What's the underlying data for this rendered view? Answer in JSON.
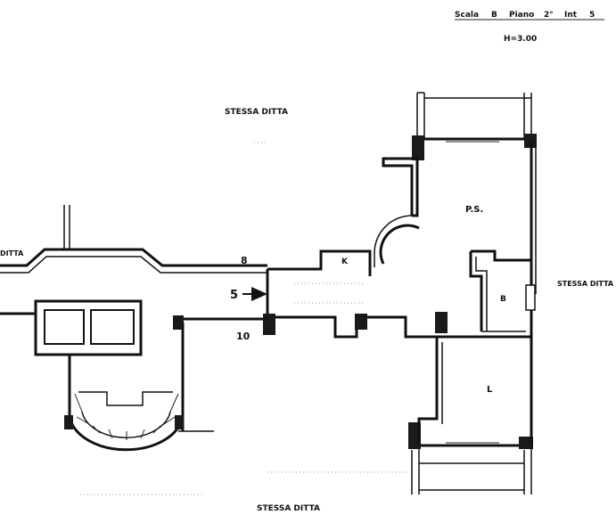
{
  "header": {
    "scala_label": "Scala",
    "scala_value": "B",
    "piano_label": "Piano",
    "piano_value": "2°",
    "int_label": "Int",
    "int_value": "5",
    "height": "H=3.00"
  },
  "neighbors": {
    "top": "STESSA DITTA",
    "right": "STESSA DITTA",
    "bottom": "STESSA DITTA",
    "left": "DITTA"
  },
  "rooms": {
    "ps": "P.S.",
    "kitchen": "K",
    "bath": "B",
    "letto": "L"
  },
  "unit_numbers": {
    "upper": "8",
    "entrance": "5",
    "lower": "10"
  }
}
